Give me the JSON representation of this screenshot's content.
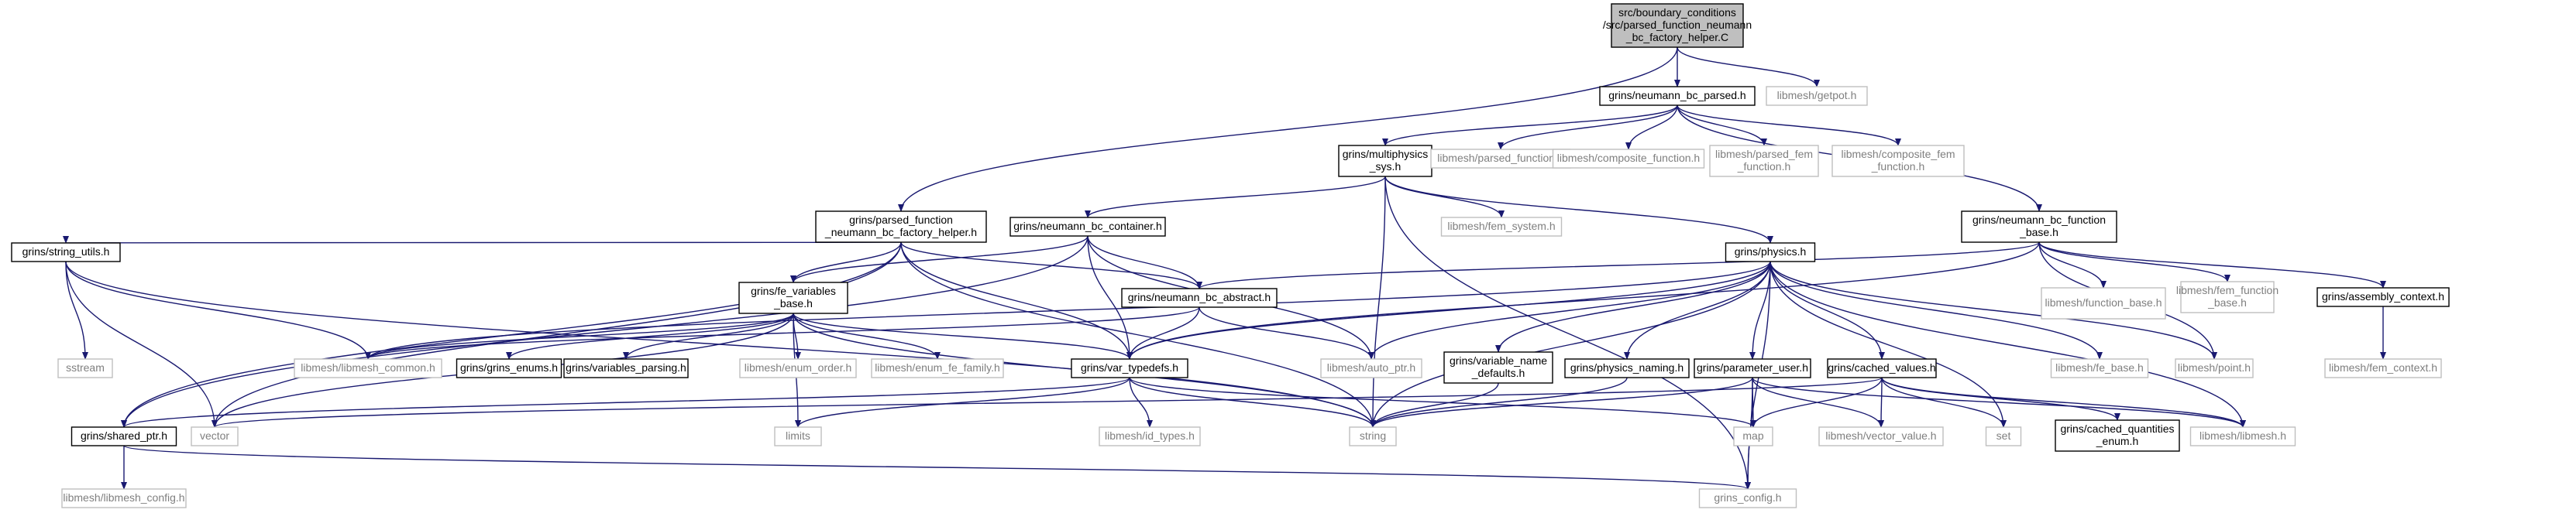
{
  "graph": {
    "colors": {
      "edge": "#191970",
      "root_fill": "#bfbfbf",
      "node_border": "#000000",
      "external_border": "#bfbfbf",
      "external_text": "#7f7f7f",
      "node_text": "#000000"
    },
    "nodes": [
      {
        "id": "root",
        "lines": [
          "src/boundary_conditions",
          "/src/parsed_function_neumann",
          "_bc_factory_helper.C"
        ],
        "kind": "root"
      },
      {
        "id": "neumann_bc_parsed",
        "lines": [
          "grins/neumann_bc_parsed.h"
        ],
        "kind": "internal"
      },
      {
        "id": "getpot",
        "lines": [
          "libmesh/getpot.h"
        ],
        "kind": "external"
      },
      {
        "id": "pf_helper",
        "lines": [
          "grins/parsed_function",
          "_neumann_bc_factory_helper.h"
        ],
        "kind": "internal"
      },
      {
        "id": "multiphysics",
        "lines": [
          "grins/multiphysics",
          "_sys.h"
        ],
        "kind": "internal"
      },
      {
        "id": "parsed_function",
        "lines": [
          "libmesh/parsed_function.h"
        ],
        "kind": "external"
      },
      {
        "id": "composite_function",
        "lines": [
          "libmesh/composite_function.h"
        ],
        "kind": "external"
      },
      {
        "id": "parsed_fem_function",
        "lines": [
          "libmesh/parsed_fem",
          "_function.h"
        ],
        "kind": "external"
      },
      {
        "id": "composite_fem_function",
        "lines": [
          "libmesh/composite_fem",
          "_function.h"
        ],
        "kind": "external"
      },
      {
        "id": "nbc_function_base",
        "lines": [
          "grins/neumann_bc_function",
          "_base.h"
        ],
        "kind": "internal"
      },
      {
        "id": "fem_system",
        "lines": [
          "libmesh/fem_system.h"
        ],
        "kind": "external"
      },
      {
        "id": "nbc_container",
        "lines": [
          "grins/neumann_bc_container.h"
        ],
        "kind": "internal"
      },
      {
        "id": "string_utils",
        "lines": [
          "grins/string_utils.h"
        ],
        "kind": "internal"
      },
      {
        "id": "fe_variables_base",
        "lines": [
          "grins/fe_variables",
          "_base.h"
        ],
        "kind": "internal"
      },
      {
        "id": "nbc_abstract",
        "lines": [
          "grins/neumann_bc_abstract.h"
        ],
        "kind": "internal"
      },
      {
        "id": "physics",
        "lines": [
          "grins/physics.h"
        ],
        "kind": "internal"
      },
      {
        "id": "function_base",
        "lines": [
          "libmesh/function_base.h"
        ],
        "kind": "external"
      },
      {
        "id": "fem_function_base",
        "lines": [
          "libmesh/fem_function",
          "_base.h"
        ],
        "kind": "external"
      },
      {
        "id": "assembly_context",
        "lines": [
          "grins/assembly_context.h"
        ],
        "kind": "internal"
      },
      {
        "id": "sstream",
        "lines": [
          "sstream"
        ],
        "kind": "external"
      },
      {
        "id": "libmesh_common",
        "lines": [
          "libmesh/libmesh_common.h"
        ],
        "kind": "external"
      },
      {
        "id": "grins_enums",
        "lines": [
          "grins/grins_enums.h"
        ],
        "kind": "internal"
      },
      {
        "id": "variables_parsing",
        "lines": [
          "grins/variables_parsing.h"
        ],
        "kind": "internal"
      },
      {
        "id": "enum_order",
        "lines": [
          "libmesh/enum_order.h"
        ],
        "kind": "external"
      },
      {
        "id": "enum_fe_family",
        "lines": [
          "libmesh/enum_fe_family.h"
        ],
        "kind": "external"
      },
      {
        "id": "var_typedefs",
        "lines": [
          "grins/var_typedefs.h"
        ],
        "kind": "internal"
      },
      {
        "id": "auto_ptr",
        "lines": [
          "libmesh/auto_ptr.h"
        ],
        "kind": "external"
      },
      {
        "id": "variable_name_defaults",
        "lines": [
          "grins/variable_name",
          "_defaults.h"
        ],
        "kind": "internal"
      },
      {
        "id": "physics_naming",
        "lines": [
          "grins/physics_naming.h"
        ],
        "kind": "internal"
      },
      {
        "id": "parameter_user",
        "lines": [
          "grins/parameter_user.h"
        ],
        "kind": "internal"
      },
      {
        "id": "cached_values",
        "lines": [
          "grins/cached_values.h"
        ],
        "kind": "internal"
      },
      {
        "id": "fe_base",
        "lines": [
          "libmesh/fe_base.h"
        ],
        "kind": "external"
      },
      {
        "id": "point",
        "lines": [
          "libmesh/point.h"
        ],
        "kind": "external"
      },
      {
        "id": "fem_context",
        "lines": [
          "libmesh/fem_context.h"
        ],
        "kind": "external"
      },
      {
        "id": "shared_ptr",
        "lines": [
          "grins/shared_ptr.h"
        ],
        "kind": "internal"
      },
      {
        "id": "vector",
        "lines": [
          "vector"
        ],
        "kind": "external"
      },
      {
        "id": "limits",
        "lines": [
          "limits"
        ],
        "kind": "external"
      },
      {
        "id": "id_types",
        "lines": [
          "libmesh/id_types.h"
        ],
        "kind": "external"
      },
      {
        "id": "string",
        "lines": [
          "string"
        ],
        "kind": "external"
      },
      {
        "id": "map",
        "lines": [
          "map"
        ],
        "kind": "external"
      },
      {
        "id": "vector_value",
        "lines": [
          "libmesh/vector_value.h"
        ],
        "kind": "external"
      },
      {
        "id": "set",
        "lines": [
          "set"
        ],
        "kind": "external"
      },
      {
        "id": "cached_quantities_enum",
        "lines": [
          "grins/cached_quantities",
          "_enum.h"
        ],
        "kind": "internal"
      },
      {
        "id": "libmesh_h",
        "lines": [
          "libmesh/libmesh.h"
        ],
        "kind": "external"
      },
      {
        "id": "libmesh_config",
        "lines": [
          "libmesh/libmesh_config.h"
        ],
        "kind": "external"
      },
      {
        "id": "grins_config",
        "lines": [
          "grins_config.h"
        ],
        "kind": "external"
      }
    ],
    "edges": [
      [
        "root",
        "neumann_bc_parsed"
      ],
      [
        "root",
        "getpot"
      ],
      [
        "root",
        "pf_helper"
      ],
      [
        "neumann_bc_parsed",
        "multiphysics"
      ],
      [
        "neumann_bc_parsed",
        "parsed_function"
      ],
      [
        "neumann_bc_parsed",
        "composite_function"
      ],
      [
        "neumann_bc_parsed",
        "parsed_fem_function"
      ],
      [
        "neumann_bc_parsed",
        "composite_fem_function"
      ],
      [
        "neumann_bc_parsed",
        "nbc_function_base"
      ],
      [
        "multiphysics",
        "fem_system"
      ],
      [
        "multiphysics",
        "nbc_container"
      ],
      [
        "multiphysics",
        "physics"
      ],
      [
        "multiphysics",
        "string"
      ],
      [
        "multiphysics",
        "grins_config"
      ],
      [
        "pf_helper",
        "string_utils"
      ],
      [
        "pf_helper",
        "fe_variables_base"
      ],
      [
        "pf_helper",
        "nbc_abstract"
      ],
      [
        "pf_helper",
        "var_typedefs"
      ],
      [
        "pf_helper",
        "shared_ptr"
      ],
      [
        "pf_helper",
        "vector"
      ],
      [
        "pf_helper",
        "string"
      ],
      [
        "nbc_container",
        "fe_variables_base"
      ],
      [
        "nbc_container",
        "nbc_abstract"
      ],
      [
        "nbc_container",
        "var_typedefs"
      ],
      [
        "nbc_container",
        "auto_ptr"
      ],
      [
        "nbc_container",
        "shared_ptr"
      ],
      [
        "nbc_function_base",
        "nbc_abstract"
      ],
      [
        "nbc_function_base",
        "var_typedefs"
      ],
      [
        "nbc_function_base",
        "function_base"
      ],
      [
        "nbc_function_base",
        "fem_function_base"
      ],
      [
        "nbc_function_base",
        "assembly_context"
      ],
      [
        "nbc_function_base",
        "point"
      ],
      [
        "assembly_context",
        "fem_context"
      ],
      [
        "string_utils",
        "sstream"
      ],
      [
        "string_utils",
        "libmesh_common"
      ],
      [
        "string_utils",
        "vector"
      ],
      [
        "string_utils",
        "string"
      ],
      [
        "fe_variables_base",
        "libmesh_common"
      ],
      [
        "fe_variables_base",
        "grins_enums"
      ],
      [
        "fe_variables_base",
        "variables_parsing"
      ],
      [
        "fe_variables_base",
        "enum_order"
      ],
      [
        "fe_variables_base",
        "enum_fe_family"
      ],
      [
        "fe_variables_base",
        "var_typedefs"
      ],
      [
        "fe_variables_base",
        "vector"
      ],
      [
        "fe_variables_base",
        "string"
      ],
      [
        "fe_variables_base",
        "limits"
      ],
      [
        "nbc_abstract",
        "libmesh_common"
      ],
      [
        "nbc_abstract",
        "auto_ptr"
      ],
      [
        "nbc_abstract",
        "var_typedefs"
      ],
      [
        "physics",
        "libmesh_common"
      ],
      [
        "physics",
        "var_typedefs"
      ],
      [
        "physics",
        "auto_ptr"
      ],
      [
        "physics",
        "variable_name_defaults"
      ],
      [
        "physics",
        "physics_naming"
      ],
      [
        "physics",
        "parameter_user"
      ],
      [
        "physics",
        "cached_values"
      ],
      [
        "physics",
        "fe_base"
      ],
      [
        "physics",
        "point"
      ],
      [
        "physics",
        "libmesh_h"
      ],
      [
        "physics",
        "string"
      ],
      [
        "physics",
        "set"
      ],
      [
        "physics",
        "grins_config"
      ],
      [
        "var_typedefs",
        "shared_ptr"
      ],
      [
        "var_typedefs",
        "limits"
      ],
      [
        "var_typedefs",
        "id_types"
      ],
      [
        "var_typedefs",
        "string"
      ],
      [
        "var_typedefs",
        "map"
      ],
      [
        "variable_name_defaults",
        "string"
      ],
      [
        "physics_naming",
        "string"
      ],
      [
        "parameter_user",
        "string"
      ],
      [
        "parameter_user",
        "map"
      ],
      [
        "parameter_user",
        "vector_value"
      ],
      [
        "parameter_user",
        "libmesh_h"
      ],
      [
        "parameter_user",
        "grins_config"
      ],
      [
        "cached_values",
        "vector"
      ],
      [
        "cached_values",
        "map"
      ],
      [
        "cached_values",
        "vector_value"
      ],
      [
        "cached_values",
        "set"
      ],
      [
        "cached_values",
        "cached_quantities_enum"
      ],
      [
        "cached_values",
        "libmesh_h"
      ],
      [
        "shared_ptr",
        "libmesh_config"
      ],
      [
        "shared_ptr",
        "grins_config"
      ]
    ]
  }
}
